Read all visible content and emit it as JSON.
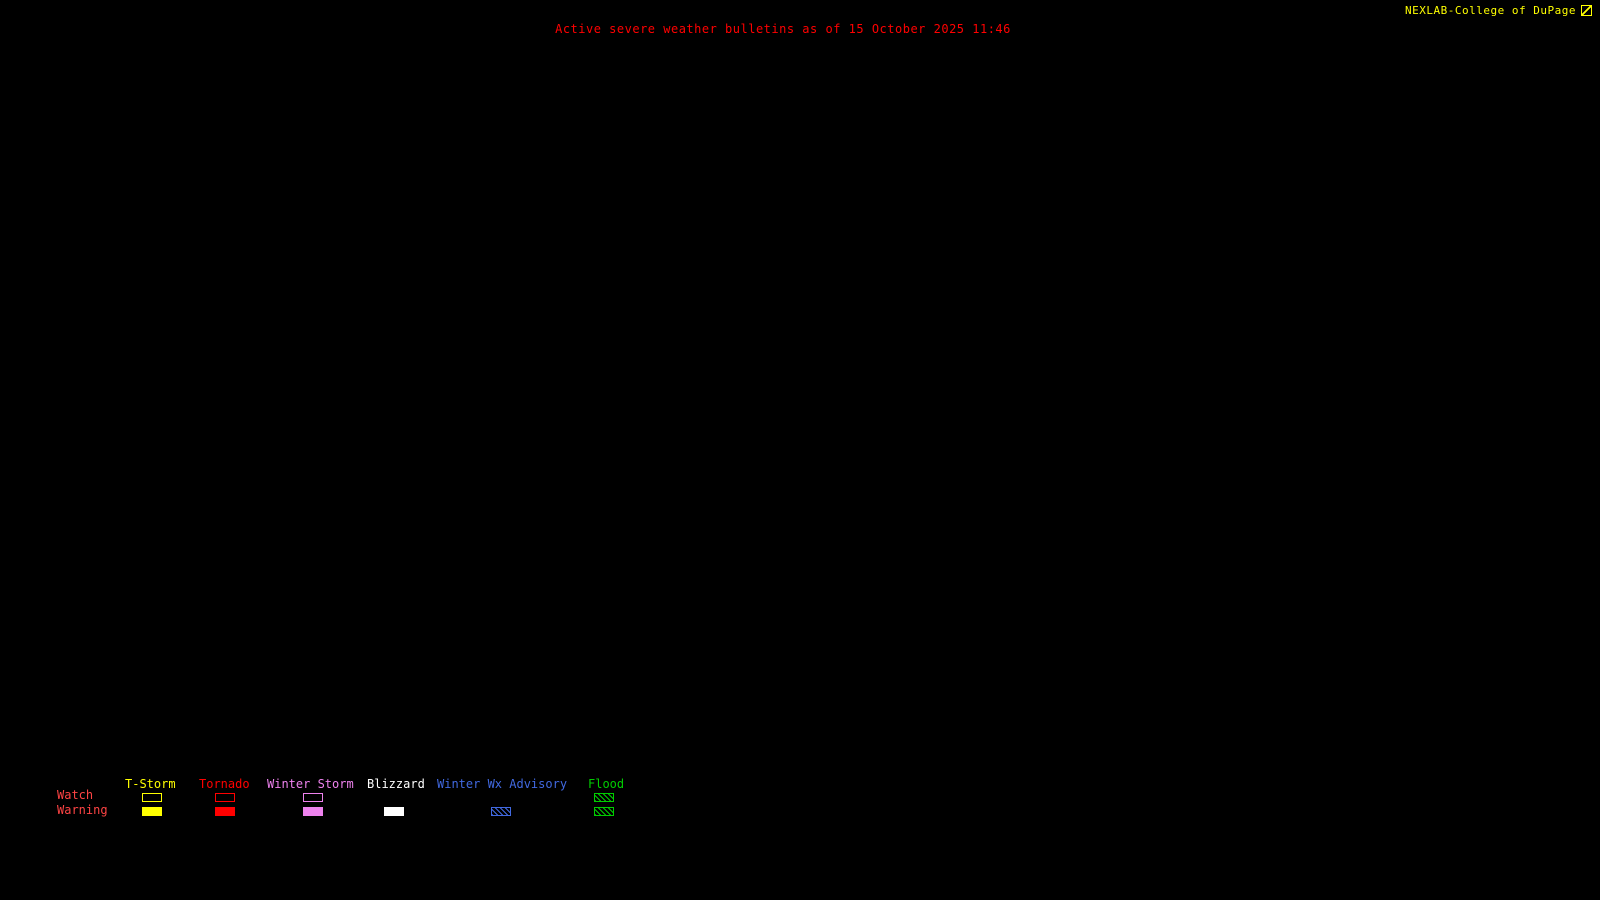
{
  "page": {
    "brand": "NEXLAB-College of DuPage",
    "status_line": "Active severe weather bulletins as of 15 October 2025 11:46"
  },
  "colors": {
    "background": "#000000",
    "brand_text": "#ffff00",
    "status_text": "#ff0000",
    "row_label_text": "#ff4444",
    "t_storm": "#ffff00",
    "tornado": "#ff0000",
    "winter_storm": "#ee82ee",
    "blizzard": "#ffffff",
    "winter_wx_advisory": "#4169e1",
    "flood": "#00cd00"
  },
  "legend": {
    "rows": [
      {
        "label": "Watch"
      },
      {
        "label": "Warning"
      }
    ],
    "columns": [
      {
        "label": "T-Storm",
        "color": "#ffff00",
        "watch_style": "outline",
        "warning_style": "fill"
      },
      {
        "label": "Tornado",
        "color": "#ff0000",
        "watch_style": "outline",
        "warning_style": "fill"
      },
      {
        "label": "Winter Storm",
        "color": "#ee82ee",
        "watch_style": "outline",
        "warning_style": "fill"
      },
      {
        "label": "Blizzard",
        "color": "#ffffff",
        "watch_style": "none",
        "warning_style": "fill"
      },
      {
        "label": "Winter Wx Advisory",
        "color": "#4169e1",
        "watch_style": "none",
        "warning_style": "hatch"
      },
      {
        "label": "Flood",
        "color": "#00cd00",
        "watch_style": "hatch",
        "warning_style": "hatch"
      }
    ]
  }
}
